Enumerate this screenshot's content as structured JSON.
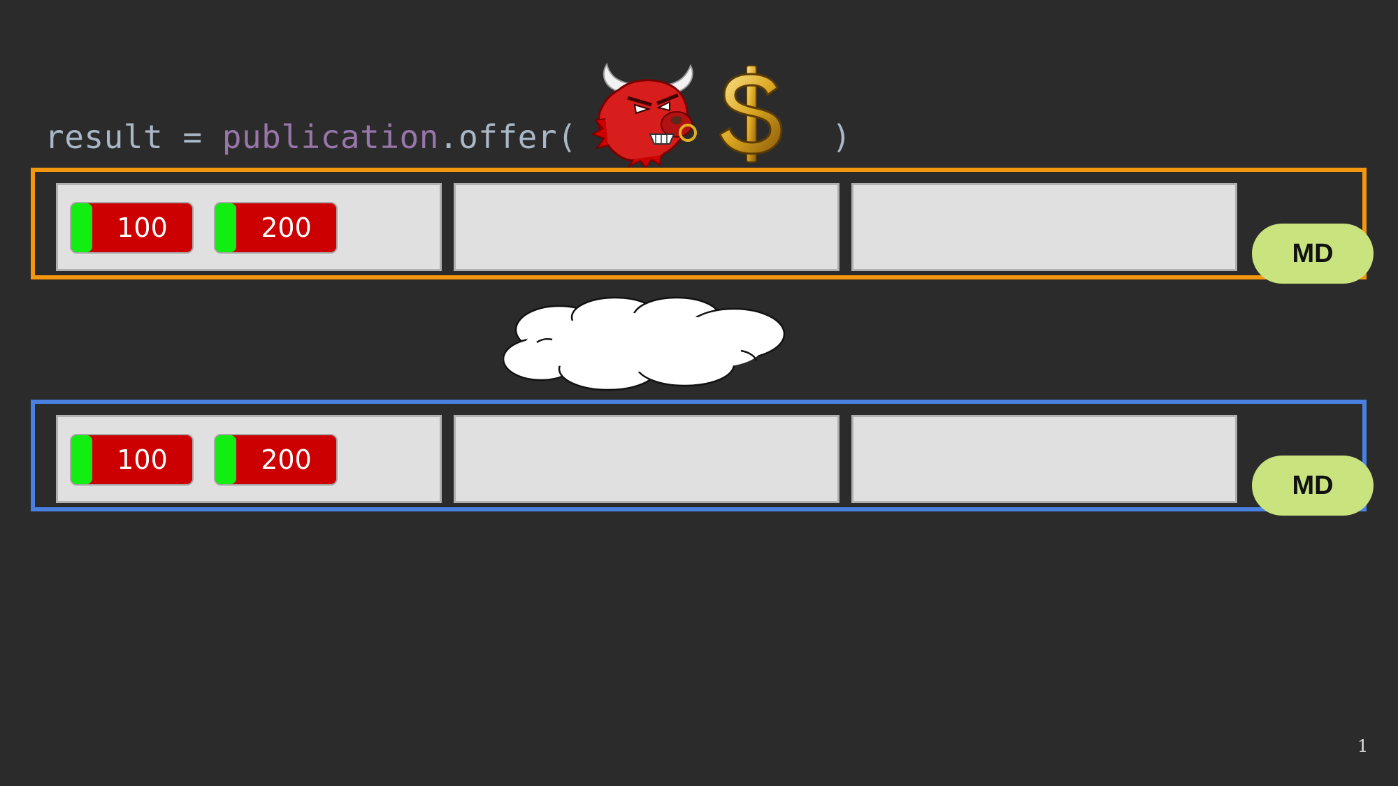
{
  "code": {
    "result_var": "result",
    "equals": " = ",
    "publication_obj": "publication",
    "method_call": ".offer(",
    "close_paren": ")"
  },
  "icons": {
    "bull": "bull-icon",
    "dollar": "dollar-sign-icon",
    "cloud": "cloud-icon"
  },
  "publisher_log": {
    "messages": [
      {
        "value": "100"
      },
      {
        "value": "200"
      }
    ],
    "badge": "MD"
  },
  "subscriber_log": {
    "messages": [
      {
        "value": "100"
      },
      {
        "value": "200"
      }
    ],
    "badge": "MD"
  },
  "page_number": "1",
  "colors": {
    "background": "#2b2b2b",
    "publisher_border": "#f5960f",
    "subscriber_border": "#4a80e0",
    "message_body": "#cc0000",
    "message_header": "#11ee11",
    "term_buffer": "#e0e0e0",
    "md_badge": "#c9e37f"
  }
}
